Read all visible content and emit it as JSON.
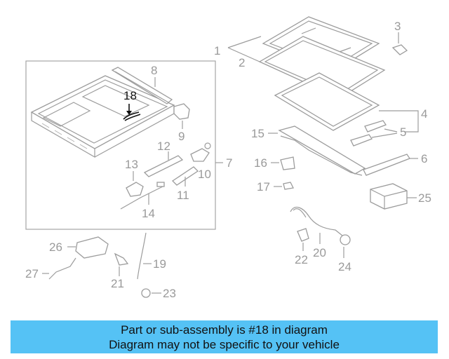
{
  "diagram": {
    "highlighted_part": "18",
    "labels": {
      "l1": "1",
      "l2": "2",
      "l3": "3",
      "l4": "4",
      "l5": "5",
      "l6": "6",
      "l7": "7",
      "l8": "8",
      "l9": "9",
      "l10": "10",
      "l11": "11",
      "l12": "12",
      "l13": "13",
      "l14": "14",
      "l15": "15",
      "l16": "16",
      "l17": "17",
      "l18": "18",
      "l19": "19",
      "l20": "20",
      "l21": "21",
      "l22": "22",
      "l23": "23",
      "l24": "24",
      "l25": "25",
      "l26": "26",
      "l27": "27"
    },
    "colors": {
      "part_line": "#9c9c9c",
      "label_gray": "#9a9a9a",
      "highlight": "#111111",
      "banner": "#55c2f5"
    }
  },
  "banner": {
    "line1": "Part or sub-assembly is #18 in diagram",
    "line2": "Diagram may not be specific to your vehicle"
  }
}
